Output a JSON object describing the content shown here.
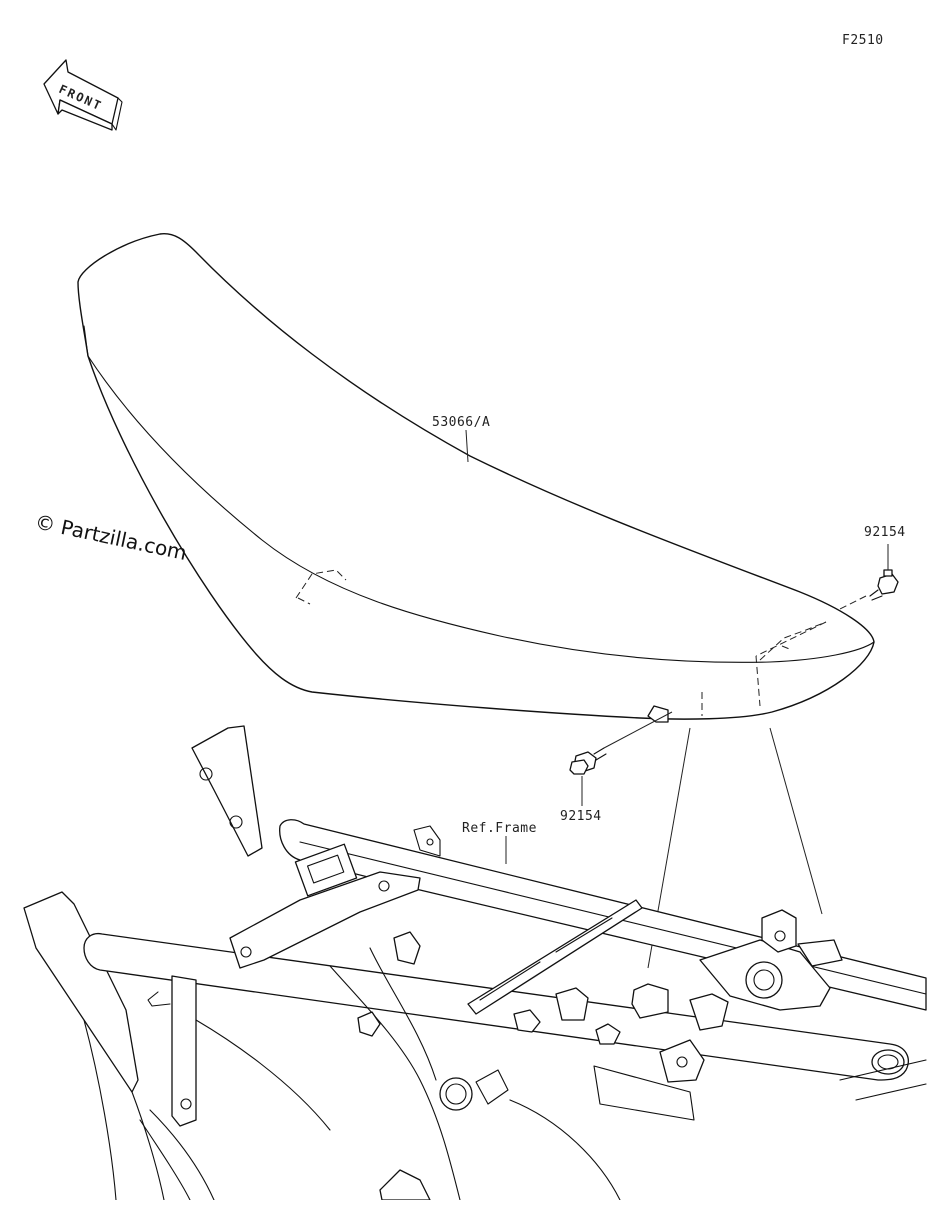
{
  "diagram": {
    "figure_code": "F2510",
    "front_arrow_label": "FRONT",
    "watermark": "© Partzilla.com",
    "parts": [
      {
        "id": "seat",
        "label": "53066/A"
      },
      {
        "id": "bolt-rear",
        "label": "92154"
      },
      {
        "id": "bolt-front",
        "label": "92154"
      },
      {
        "id": "frame",
        "label": "Ref.Frame"
      }
    ]
  }
}
